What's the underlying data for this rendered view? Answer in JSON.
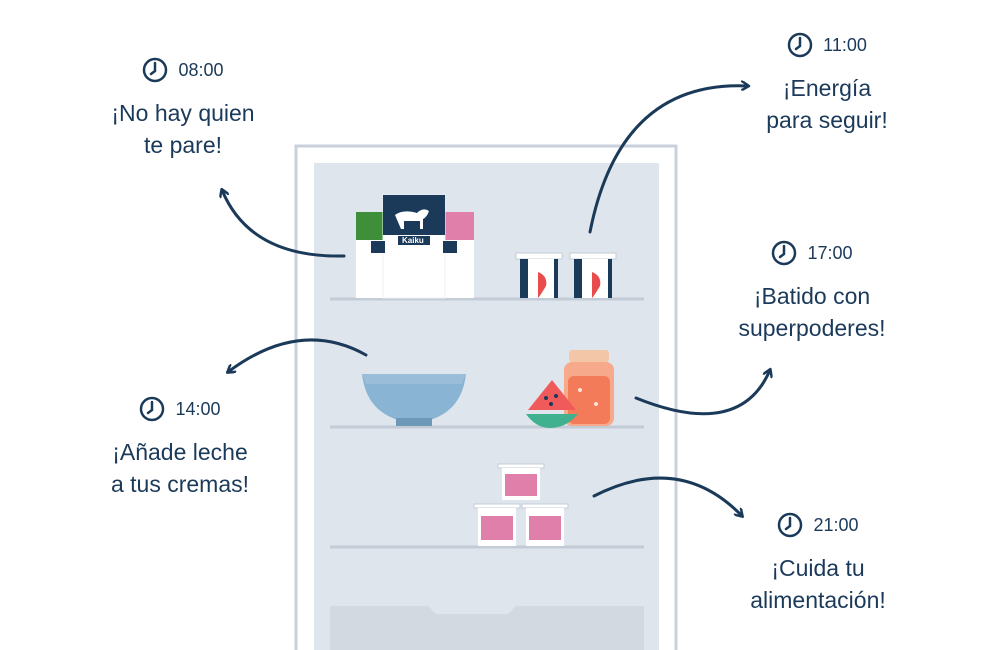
{
  "colors": {
    "navy": "#1b3a5a",
    "fridge_inner": "#dfe5ec",
    "fridge_frame": "#c9d2dc",
    "shelf": "#c3ccd6",
    "bowl": "#8ab4d3",
    "pink": "#e07fa9",
    "juice": "#f47b5a",
    "green": "#3e8e3a"
  },
  "icons": {
    "clock": "clock-icon"
  },
  "brand": "Kaiku",
  "callouts": [
    {
      "id": "0800",
      "time": "08:00",
      "lines": [
        "¡No hay quien",
        "te pare!"
      ]
    },
    {
      "id": "1100",
      "time": "11:00",
      "lines": [
        "¡Energía",
        "para seguir!"
      ]
    },
    {
      "id": "1400",
      "time": "14:00",
      "lines": [
        "¡Añade leche",
        "a tus cremas!"
      ]
    },
    {
      "id": "1700",
      "time": "17:00",
      "lines": [
        "¡Batido con",
        "superpoderes!"
      ]
    },
    {
      "id": "2100",
      "time": "21:00",
      "lines": [
        "¡Cuida tu",
        "alimentación!"
      ]
    }
  ]
}
